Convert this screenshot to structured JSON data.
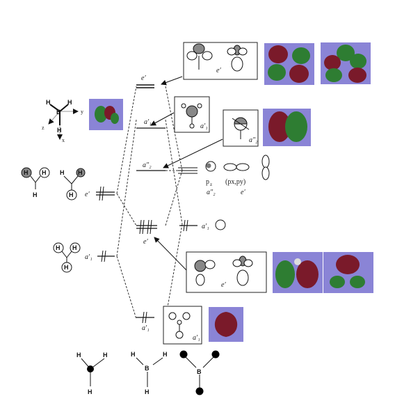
{
  "mo_labels": {
    "top_e": "e′",
    "a1": "a′₁",
    "a2": "a″₂",
    "e_mid": "e′",
    "a1_low": "a′₁"
  },
  "fragment_labels": {
    "h3_e": "e′",
    "h3_a1": "a′₁",
    "b_a1": "a′₁"
  },
  "box_labels": {
    "box1": "e′",
    "box2": "a′₁",
    "box3": "a″₂",
    "box4": "e′",
    "box5": "a′₁"
  },
  "boron_orbitals": {
    "pz": "p",
    "pz_sub": "z",
    "pz_sym": "a″₂",
    "pxpy": "(px,py)",
    "pxpy_sym": "e′"
  },
  "axes": {
    "y": "y",
    "z": "z",
    "x": "x"
  },
  "atoms": {
    "H": "H",
    "B": "B"
  },
  "colors": {
    "lobe_red": "#7a1a2a",
    "lobe_green": "#2e7d32",
    "bg_blue": "#8a84d6"
  }
}
